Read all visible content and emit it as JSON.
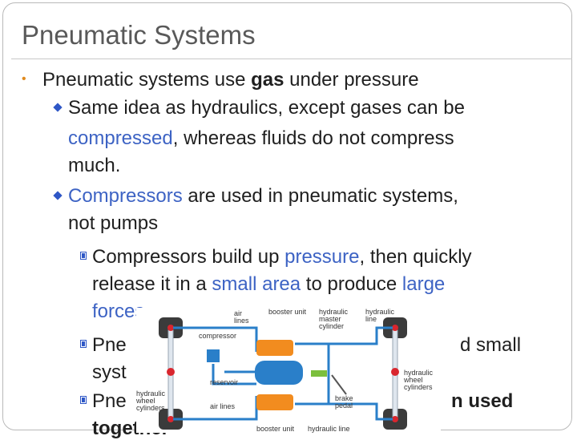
{
  "slide": {
    "title": "Pneumatic Systems",
    "bullets": {
      "b1": {
        "pre": "Pneumatic systems use ",
        "bold": "gas",
        "post": " under pressure"
      },
      "b2": {
        "l1": "Same idea as hydraulics, except gases can be",
        "l2_blue": "compressed",
        "l2_rest": ", whereas fluids do not compress",
        "l3": "much."
      },
      "b3": {
        "l1_blue": "Compressors",
        "l1_rest": " are used in pneumatic systems,",
        "l2": "not pumps"
      },
      "b4": {
        "l1_a": "Compressors build up ",
        "l1_blue": "pressure",
        "l1_b": ", then quickly",
        "l2_a": "release it in a ",
        "l2_blue": "small area",
        "l2_b": " to produce ",
        "l2_blue2": "large",
        "l3_blue": "forces"
      },
      "b5": {
        "l1_a": "Pne",
        "l1_b": "d small",
        "l2": "syst"
      },
      "b6": {
        "l1_a": "Pne",
        "l1_bold": "n used",
        "l2_bold": "together"
      }
    }
  },
  "diagram": {
    "labels": {
      "air_lines_top": "air\nlines",
      "booster_top": "booster unit",
      "hydraulic_master": "hydraulic\nmaster\ncylinder",
      "hydraulic_line_top": "hydraulic\nline",
      "compressor": "compressor",
      "hydraulic_wheel_left": "hydraulic\nwheel\ncylinders",
      "reservoir": "reservoir",
      "air_lines_bottom": "air lines",
      "brake_pedal": "brake\npedal",
      "hydraulic_wheel_right": "hydraulic\nwheel\ncylinders",
      "booster_bottom": "booster unit",
      "hydraulic_line_bottom": "hydraulic line"
    },
    "colors": {
      "pipe_blue": "#2a7fc9",
      "orange": "#f28c1f",
      "red": "#d9262e",
      "tire": "#3b3b3b"
    }
  }
}
